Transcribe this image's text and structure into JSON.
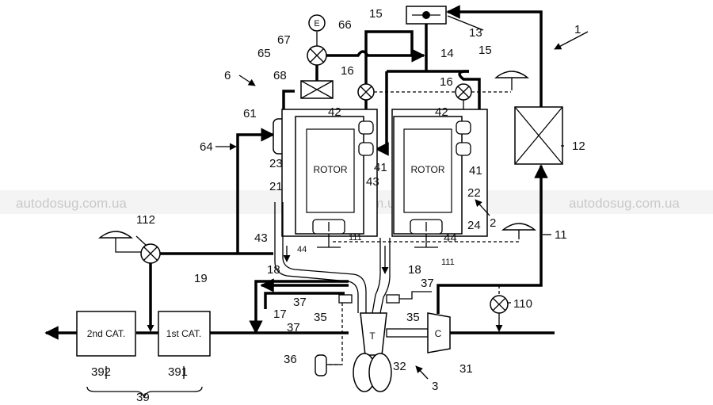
{
  "watermark": "autodosug.com.ua",
  "components": {
    "rotor_left": "ROTOR",
    "rotor_right": "ROTOR",
    "cat_second": "2nd CAT.",
    "cat_first": "1st CAT.",
    "turbine": "T",
    "compressor": "C",
    "electric_source": "E"
  },
  "refs": {
    "r1": "1",
    "r2": "2",
    "r3": "3",
    "r6": "6",
    "r11": "11",
    "r12": "12",
    "r13": "13",
    "r14": "14",
    "r15a": "15",
    "r15b": "15",
    "r16a": "16",
    "r16b": "16",
    "r17": "17",
    "r18a": "18",
    "r18b": "18",
    "r19": "19",
    "r21": "21",
    "r22": "22",
    "r23": "23",
    "r24": "24",
    "r31": "31",
    "r32": "32",
    "r35a": "35",
    "r35b": "35",
    "r36": "36",
    "r37a": "37",
    "r37b": "37",
    "r39": "39",
    "r41a": "41",
    "r41b": "41",
    "r42a": "42",
    "r42b": "42",
    "r43a": "43",
    "r43b": "43",
    "r44a": "44",
    "r44b": "44",
    "r61": "61",
    "r64": "64",
    "r65": "65",
    "r66": "66",
    "r67": "67",
    "r68": "68",
    "r110": "110",
    "r111a": "111",
    "r111b": "111",
    "r112": "112",
    "r391": "391",
    "r392": "392"
  }
}
